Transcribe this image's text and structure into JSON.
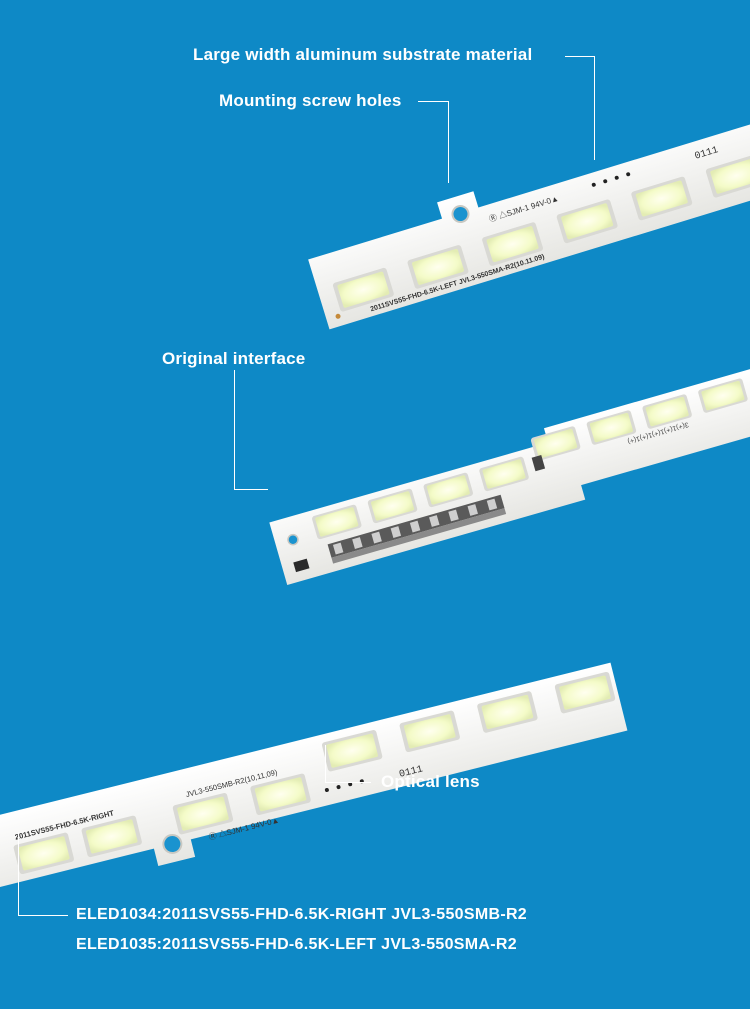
{
  "callouts": {
    "substrate": "Large width aluminum substrate material",
    "screw_holes": "Mounting screw holes",
    "interface": "Original interface",
    "lens": "Optical lens"
  },
  "models": [
    "ELED1034:2011SVS55-FHD-6.5K-RIGHT JVL3-550SMB-R2",
    "ELED1035:2011SVS55-FHD-6.5K-LEFT JVL3-550SMA-R2"
  ],
  "strip_left": {
    "model_text": "2011SVS55-FHD-6.5K-LEFT   JVL3-550SMA-R2(10.11.09)",
    "cert_text": "Ⓡ △SJM-1 94V-0▲",
    "mark_text": "0111"
  },
  "strip_interface": {
    "print_text": "3(+)1(+)1(+)1(+)1(+)"
  },
  "strip_right": {
    "model_text": "2011SVS55-FHD-6.5K-RIGHT",
    "code_text": "JVL3-550SMB-R2(10,11,09)",
    "cert_text": "Ⓡ △SJM-1 94V-0▲",
    "mark_text": "0111"
  },
  "colors": {
    "background": "#0e89c6",
    "strip": "#f3f3ef",
    "led": "#fbfde0",
    "hole": "#1a93cf"
  }
}
